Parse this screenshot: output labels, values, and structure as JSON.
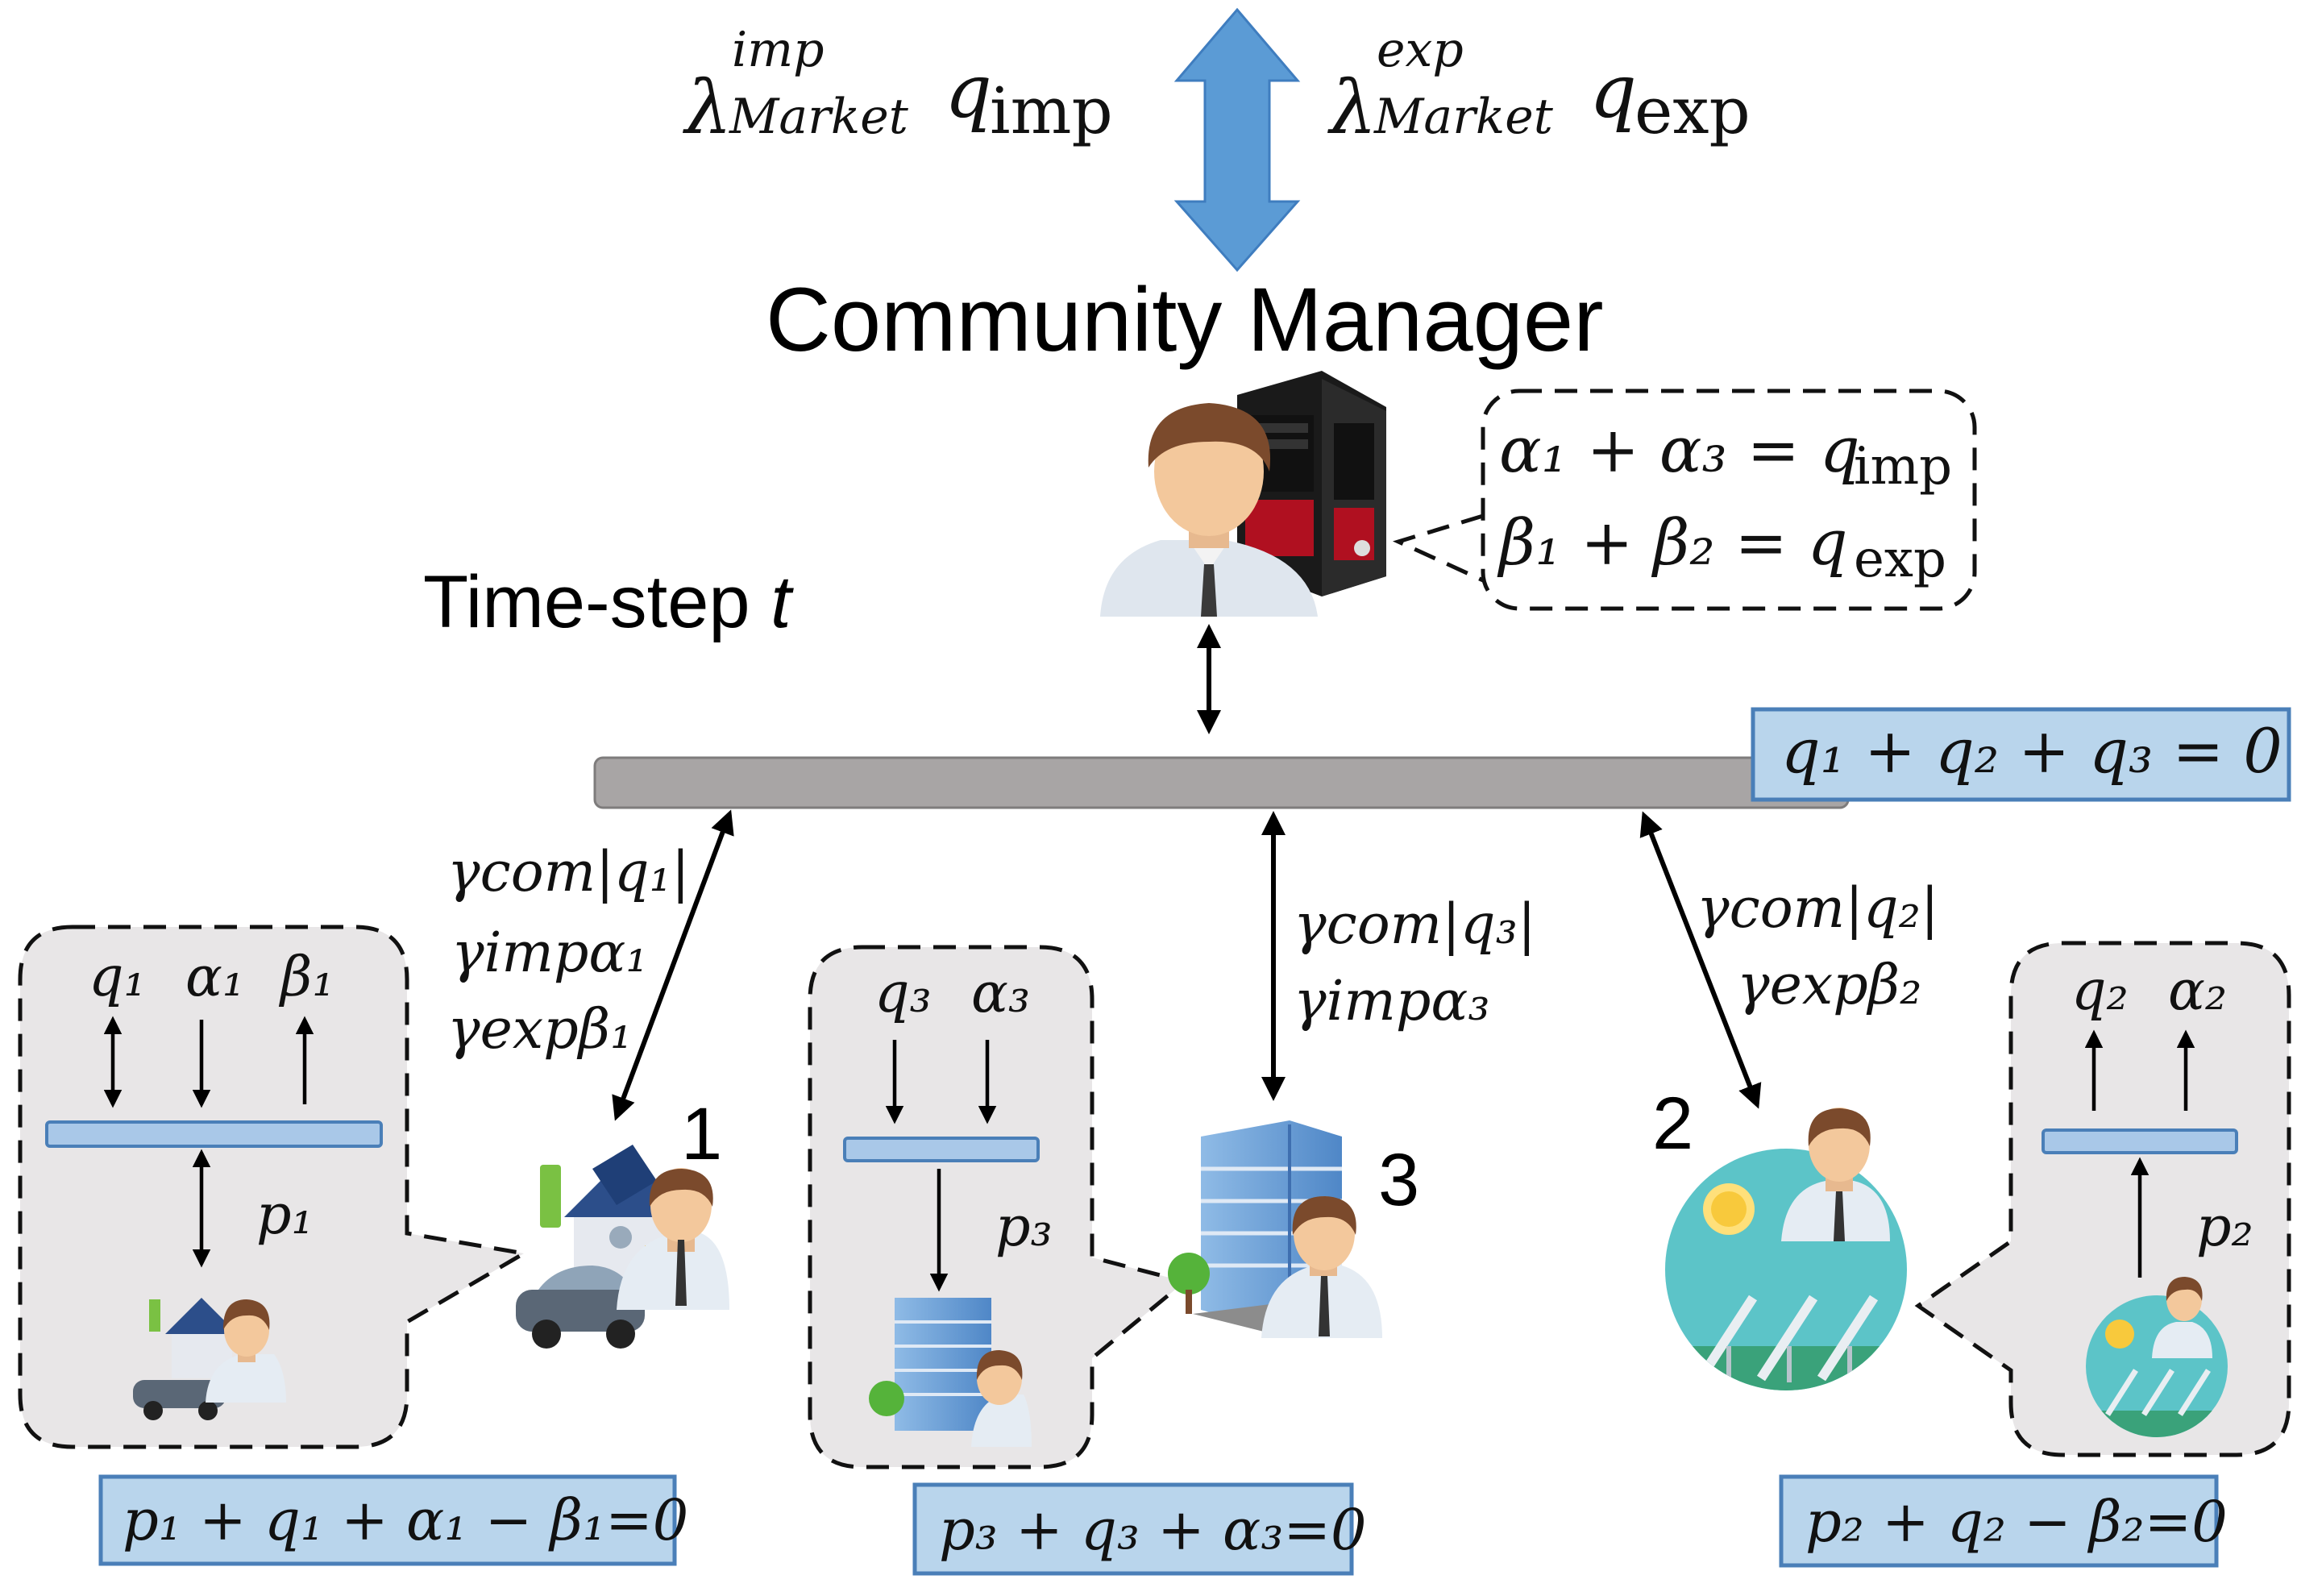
{
  "market": {
    "import_expr": {
      "lambda": "λ",
      "sup": "imp",
      "sub": "Market",
      "q": "q",
      "qsub": "imp"
    },
    "export_expr": {
      "lambda": "λ",
      "sup": "exp",
      "sub": "Market",
      "q": "q",
      "qsub": "exp"
    },
    "arrow_color": "#5b9bd5"
  },
  "manager": {
    "title": "Community Manager",
    "constraint_line1": "α₁ + α₃ = q",
    "constraint_line1_sub": "imp",
    "constraint_line2": "β₁ + β₂ = q",
    "constraint_line2_sub": "exp"
  },
  "timestep": {
    "label": "Time-step ",
    "var": "t"
  },
  "bus": {
    "constraint": "q₁ + q₂ + q₃ = 0",
    "color": "#a8a5a5"
  },
  "links": {
    "agent1": {
      "line1": "γcom|q₁|",
      "line2": "γimpα₁",
      "line3": "γexpβ₁"
    },
    "agent3": {
      "line1": "γcom|q₃|",
      "line2": "γimpα₃"
    },
    "agent2": {
      "line1": "γcom|q₂|",
      "line2": "γexpβ₂"
    }
  },
  "agents": [
    {
      "id": "1",
      "vars": [
        "q₁",
        "α₁",
        "β₁"
      ],
      "p": "p₁",
      "balance": "p₁ + q₁ + α₁ − β₁=0"
    },
    {
      "id": "3",
      "vars": [
        "q₃",
        "α₃"
      ],
      "p": "p₃",
      "balance": "p₃ + q₃ + α₃=0"
    },
    {
      "id": "2",
      "vars": [
        "q₂",
        "α₂"
      ],
      "p": "p₂",
      "balance": "p₂ + q₂ − β₂=0"
    }
  ],
  "icons": [
    "person-icon",
    "server-icon",
    "house-ev-icon",
    "office-building-icon",
    "solar-farm-icon"
  ]
}
